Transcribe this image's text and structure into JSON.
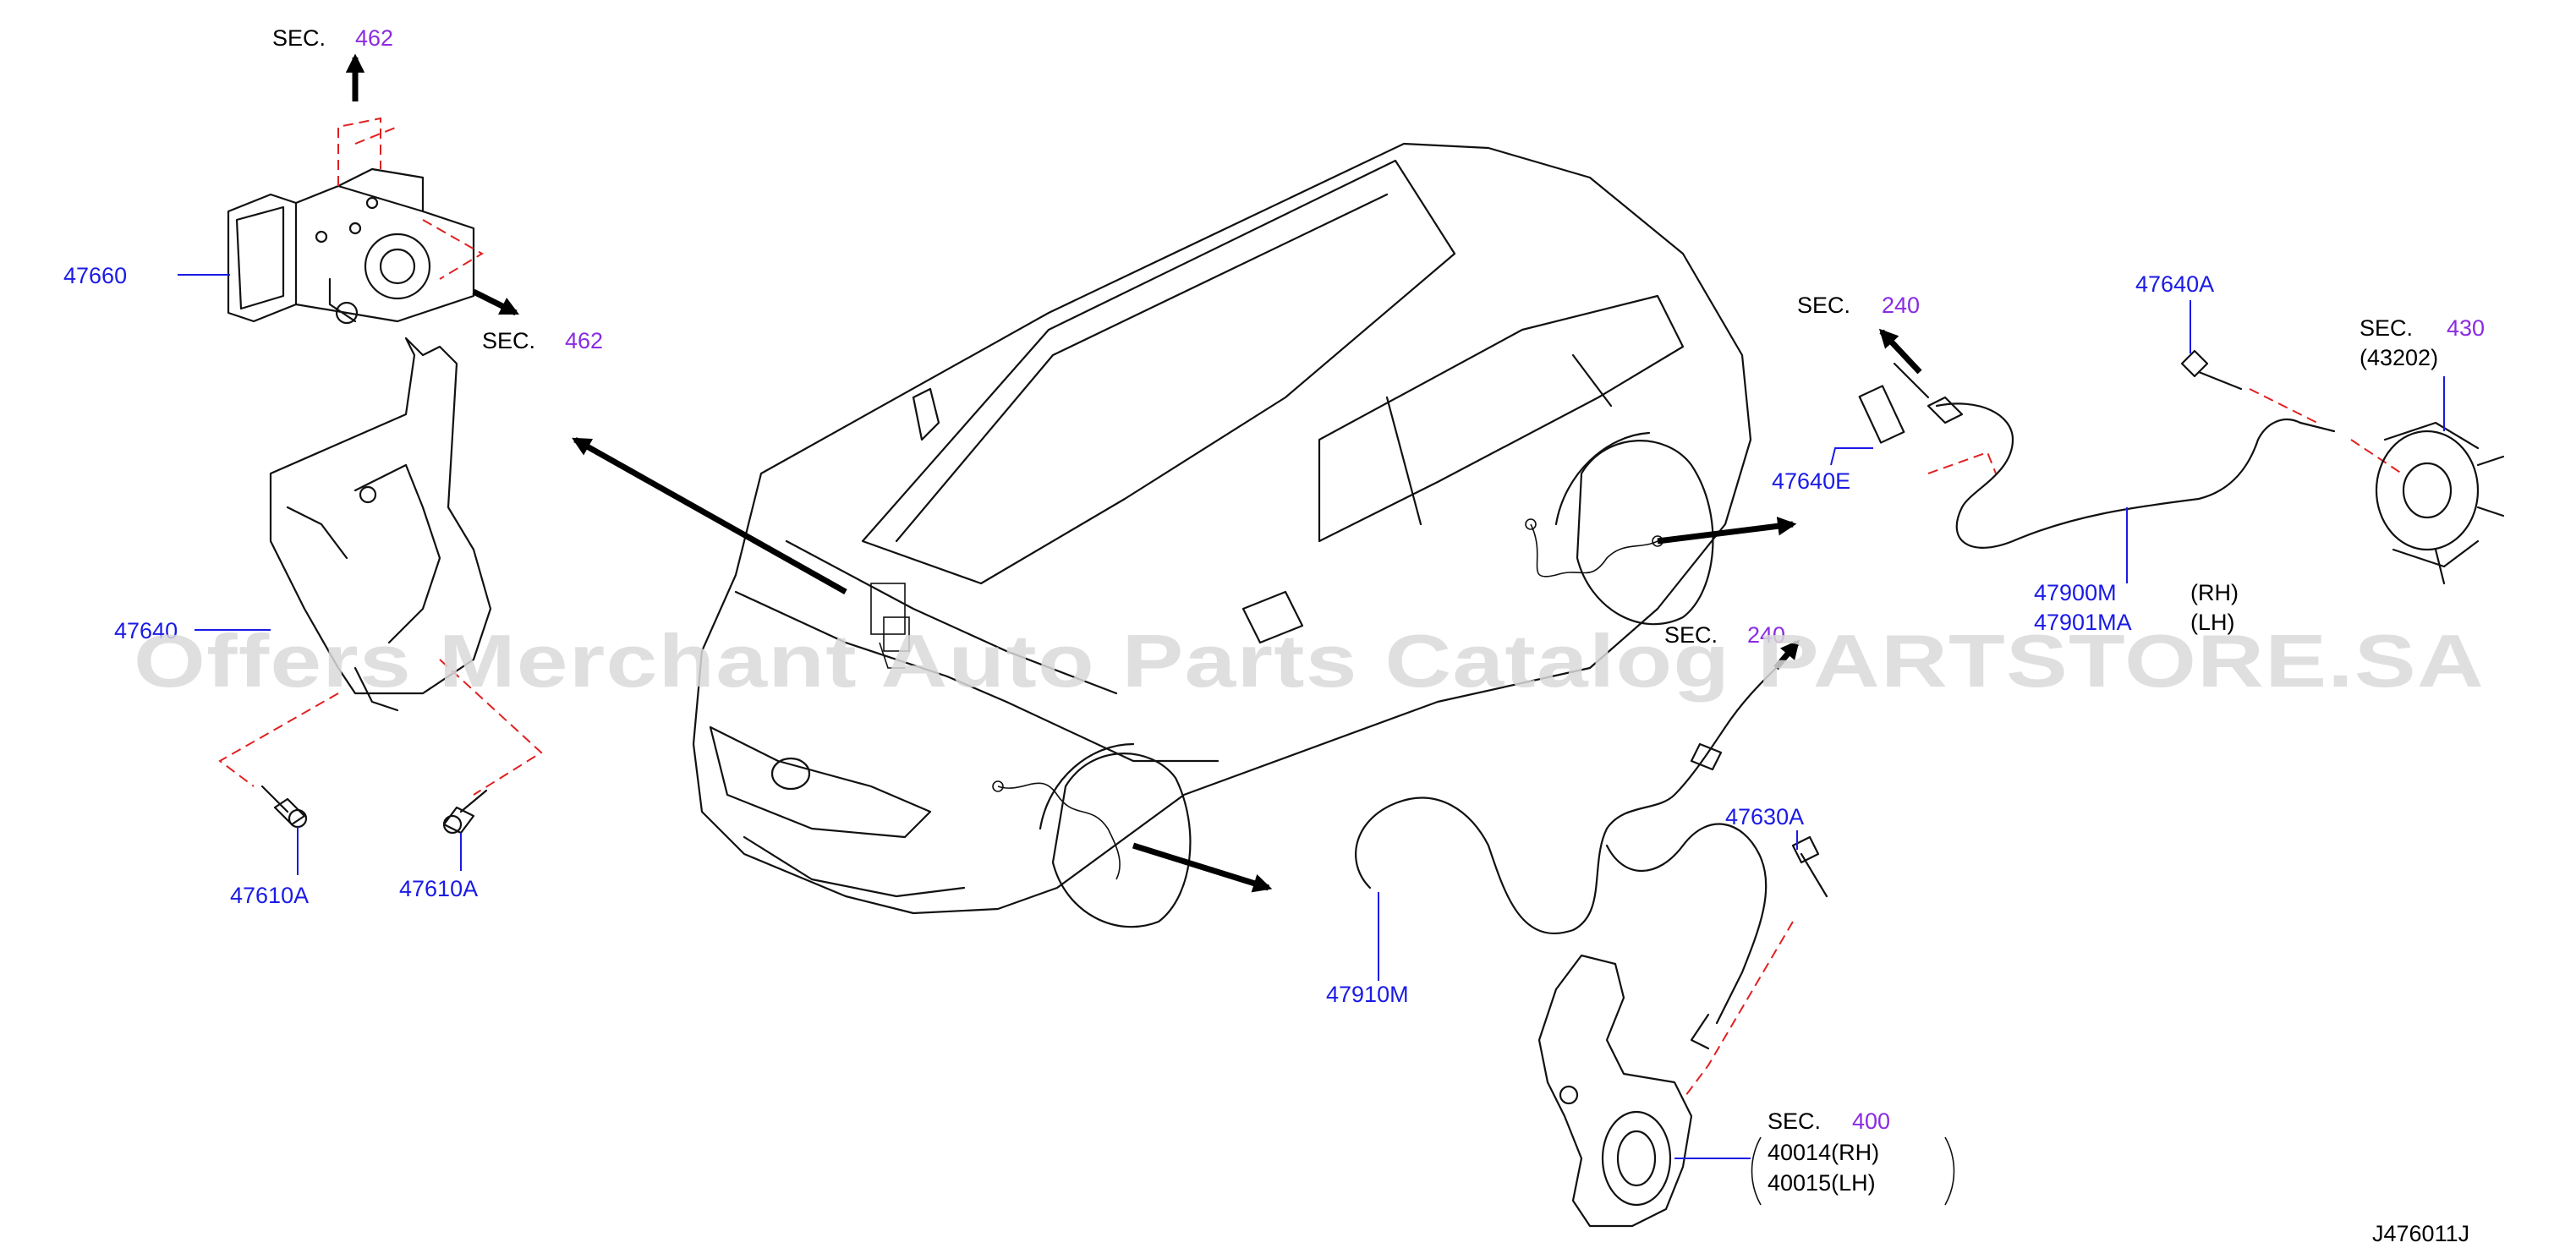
{
  "diagram_code": "J476011J",
  "watermark": "Offers Merchant Auto Parts Catalog PARTSTORE.SA",
  "colors": {
    "part_number": "#1a1ae6",
    "section_number": "#8a2be2",
    "reference_line": "#e02020",
    "linework": "#111111"
  },
  "sections": {
    "abs_top": {
      "label": "SEC.",
      "number": "462"
    },
    "abs_side": {
      "label": "SEC.",
      "number": "462"
    },
    "rear_sensor": {
      "label": "SEC.",
      "number": "240"
    },
    "rear_hub": {
      "label": "SEC.",
      "number": "430",
      "ref": "(43202)"
    },
    "front_sensor": {
      "label": "SEC.",
      "number": "240"
    },
    "knuckle": {
      "label": "SEC.",
      "number": "400",
      "rh": "40014(RH)",
      "lh": "40015(LH)"
    }
  },
  "parts": {
    "actuator": "47660",
    "bracket": "47640",
    "bolt_left": "47610A",
    "bolt_right": "47610A",
    "rear_clip": "47640E",
    "rear_bolt": "47640A",
    "rear_sensor_rh": "47900M",
    "rear_sensor_lh": "47901MA",
    "rh_tag": "(RH)",
    "lh_tag": "(LH)",
    "front_bolt": "47630A",
    "front_sensor": "47910M"
  },
  "icons": {
    "actuator": "abs-actuator-icon",
    "bracket": "mounting-bracket-icon",
    "bolt": "bolt-icon",
    "car": "vehicle-outline-icon",
    "rear_harness": "rear-wheel-sensor-harness-icon",
    "front_harness": "front-wheel-sensor-harness-icon",
    "hub": "rear-hub-assembly-icon",
    "knuckle": "steering-knuckle-icon"
  }
}
